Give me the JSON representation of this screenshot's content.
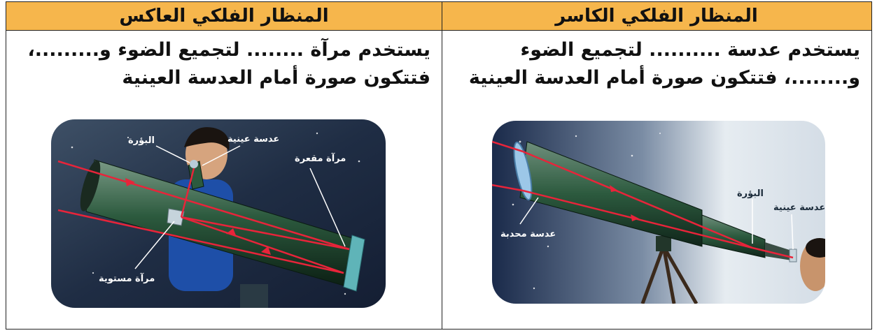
{
  "refractor": {
    "heading": "المنظار الفلكي الكاسر",
    "line1": "يستخدم عدسة .......... لتجميع الضوء",
    "line2": "و........، فتتكون صورة أمام العدسة العينية",
    "labels": {
      "focus": "البؤرة",
      "eyepiece": "عدسة عينية",
      "convex_lens": "عدسة محدبة"
    }
  },
  "reflector": {
    "heading": "المنظار الفلكي العاكس",
    "line1": "يستخدم مرآة ........ لتجميع الضوء و.........،",
    "line2": "فتتكون صورة أمام العدسة العينية",
    "labels": {
      "focus": "البؤرة",
      "eyepiece": "عدسة عينية",
      "concave_mirror": "مرآة مقعرة",
      "flat_mirror": "مرآة مستوية"
    }
  },
  "colors": {
    "header": "#f6b64c",
    "ray": "#e8243a",
    "tube": "#2c5a3e"
  }
}
